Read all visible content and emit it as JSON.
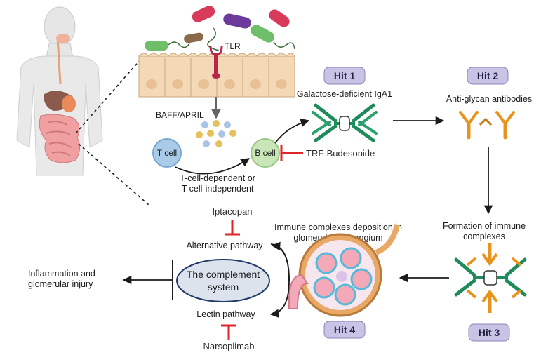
{
  "labels": {
    "tlr": "TLR",
    "baff_april": "BAFF/APRIL",
    "t_cell": "T cell",
    "b_cell": "B cell",
    "t_cell_dep_1": "T-cell-dependent or",
    "t_cell_dep_2": "T-cell-independent",
    "gd_iga1": "Galactose-deficient IgA1",
    "anti_glycan": "Anti-glycan antibodies",
    "formation_1": "Formation of immune",
    "formation_2": "complexes",
    "deposition_1": "Immune complexes deposition in",
    "deposition_2": "glomerular mesangium",
    "alt_pathway": "Alternative pathway",
    "lectin_pathway": "Lectin pathway",
    "complement_1": "The complement",
    "complement_2": "system",
    "inflammation_1": "Inflammation and",
    "inflammation_2": "glomerular injury"
  },
  "hits": {
    "hit1": "Hit 1",
    "hit2": "Hit 2",
    "hit3": "Hit 3",
    "hit4": "Hit 4"
  },
  "drugs": {
    "trf_budesonide": "TRF-Budesonide",
    "iptacopan": "Iptacopan",
    "narsoplimab": "Narsoplimab"
  },
  "colors": {
    "hit_fill": "#c9c3e6",
    "hit_stroke": "#8a84b8",
    "inhibitor": "#e0262b",
    "antibody_green": "#1f8a5a",
    "antibody_orange": "#e8941c",
    "epithelium": "#f3d9b5",
    "t_cell": "#a9cbe8",
    "b_cell": "#c9e6b9",
    "complement_ellipse": "#dde3ec"
  }
}
